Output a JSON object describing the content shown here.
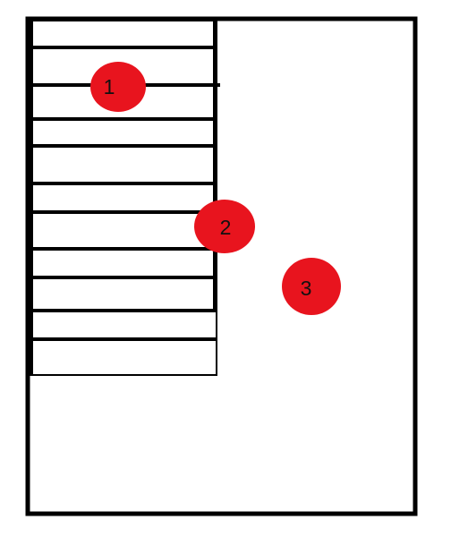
{
  "colors": {
    "outline": "#000000",
    "marker_fill": "#e8141e",
    "marker_text": "#111111",
    "background": "#ffffff"
  },
  "panel": {
    "row_count": 11
  },
  "markers": [
    {
      "label": "1"
    },
    {
      "label": "2"
    },
    {
      "label": "3"
    }
  ]
}
